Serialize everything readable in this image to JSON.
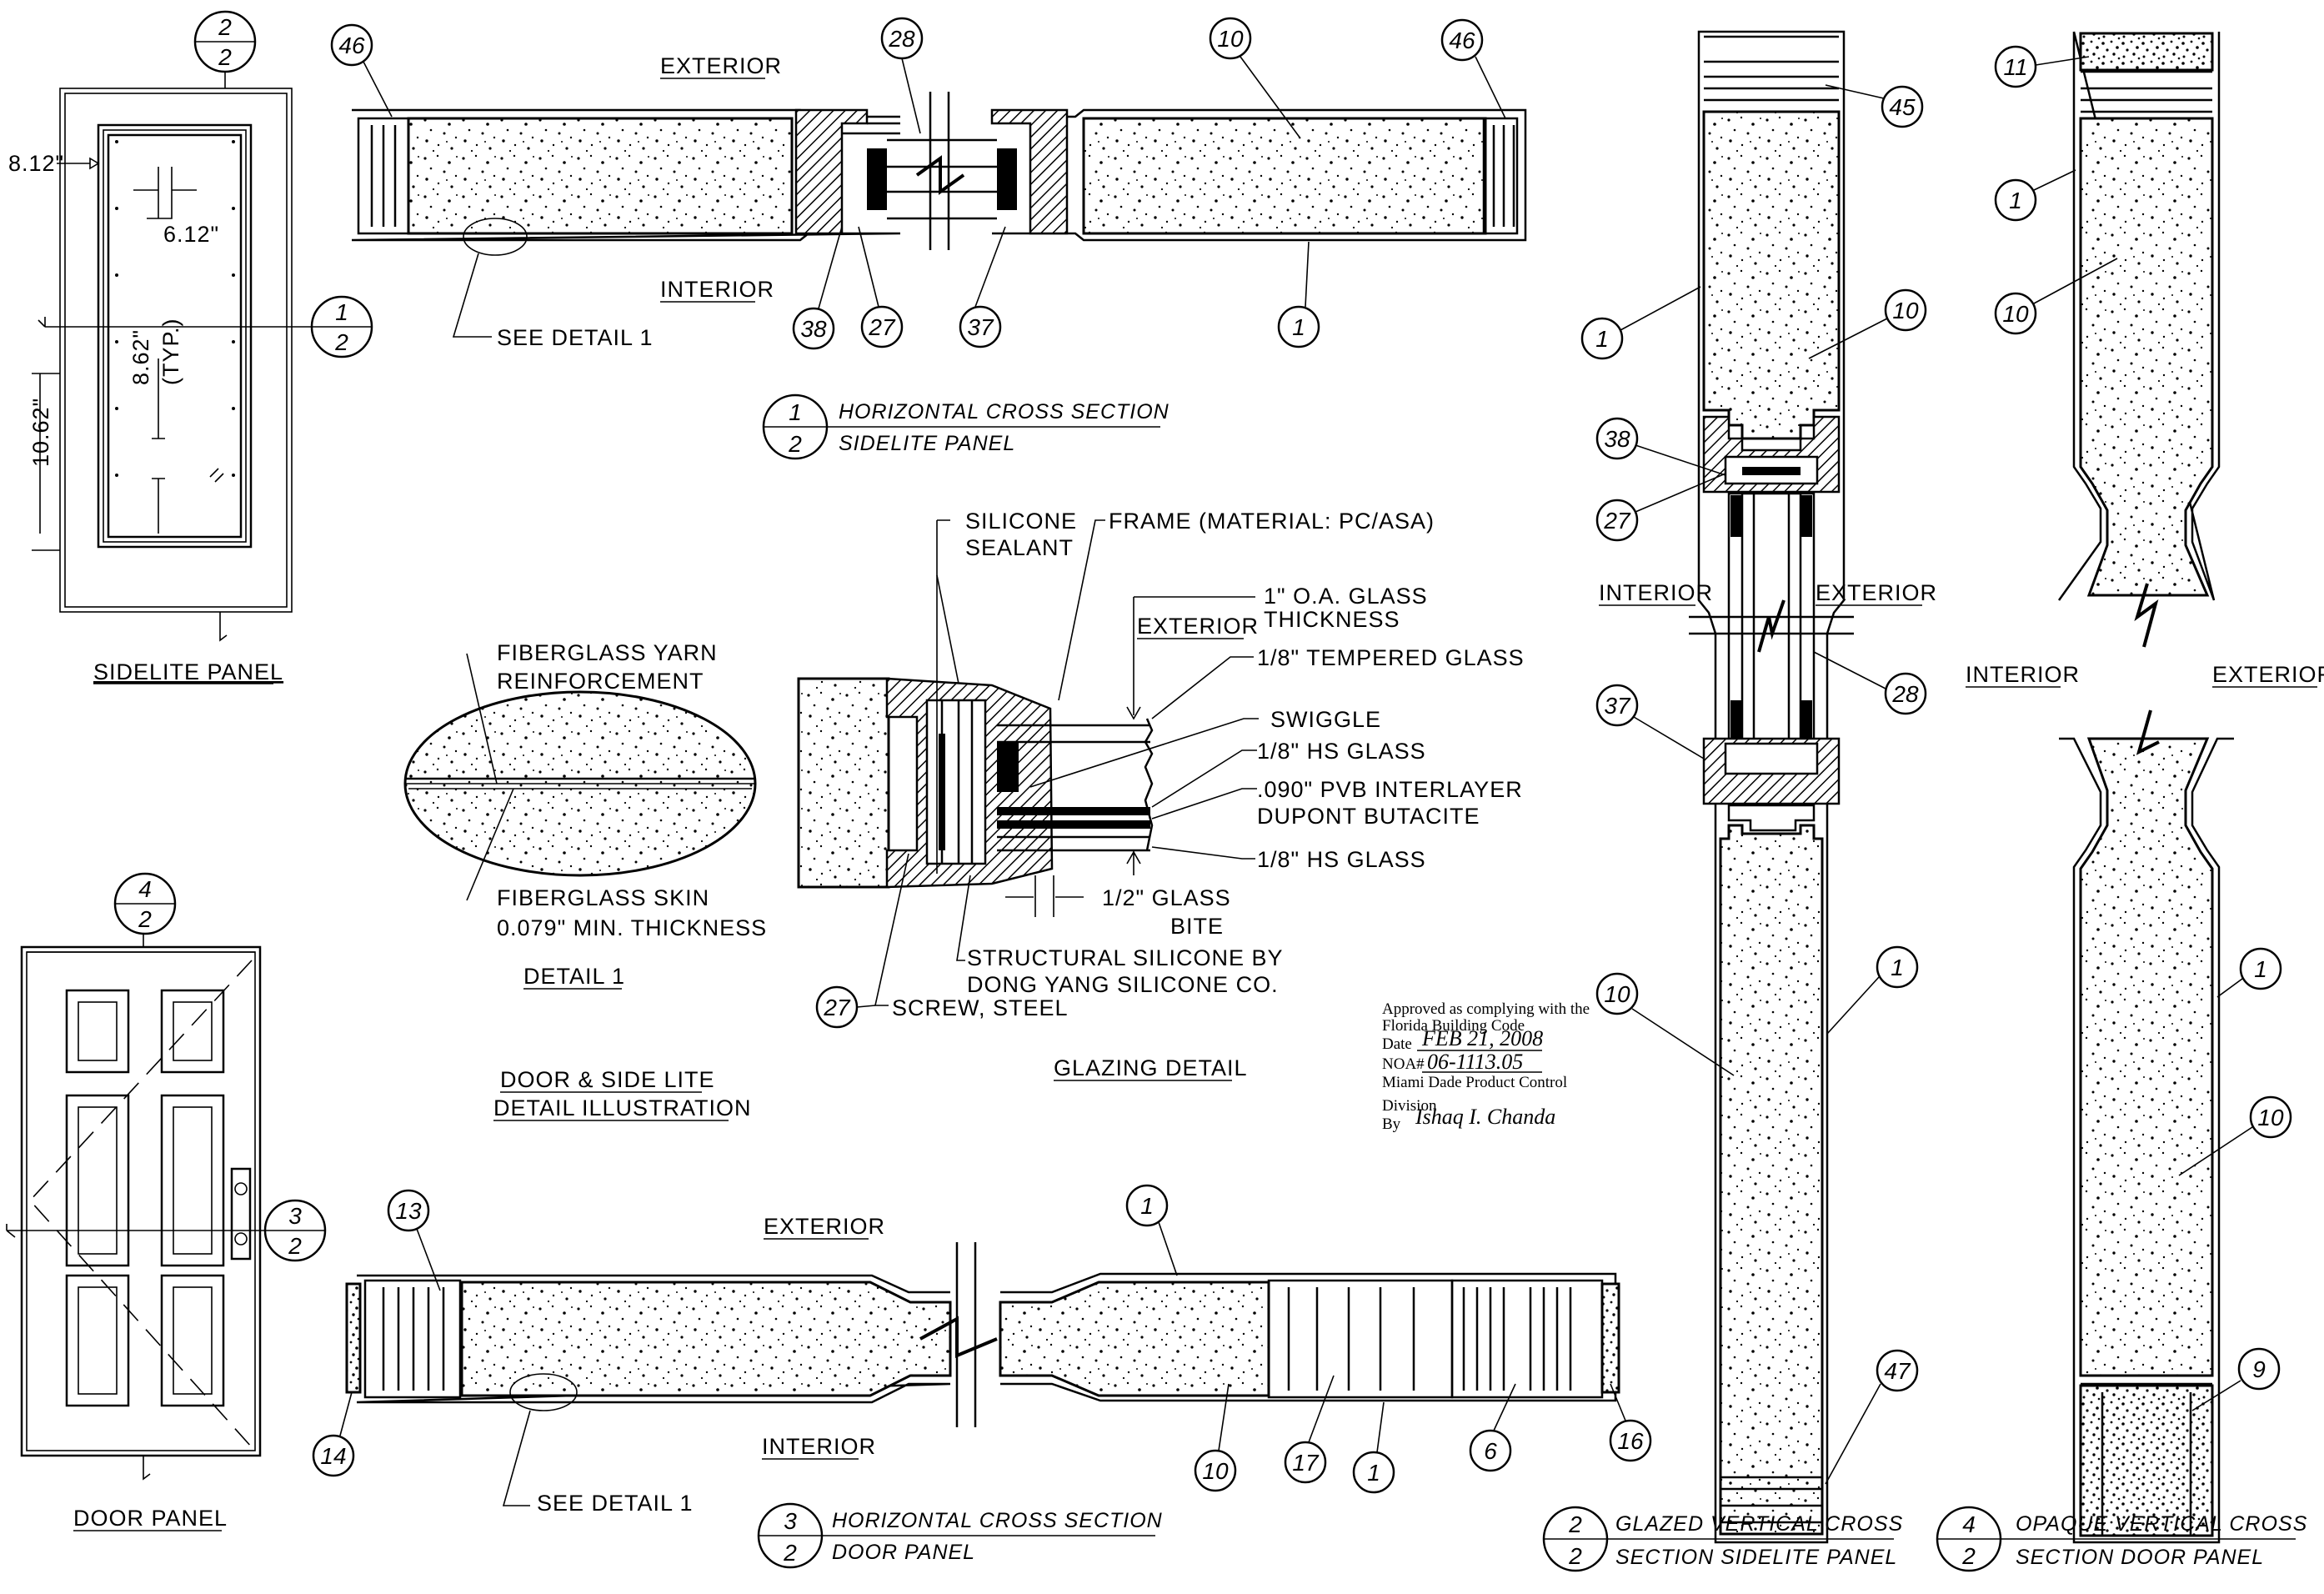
{
  "labels": {
    "exterior": "EXTERIOR",
    "interior": "INTERIOR",
    "see_detail_1": "SEE DETAIL 1",
    "sidelite_panel": "SIDELITE PANEL",
    "door_panel": "DOOR PANEL",
    "detail_1": "DETAIL 1",
    "illustration_line1": "DOOR & SIDE LITE",
    "illustration_line2": "DETAIL ILLUSTRATION",
    "glazing_detail": "GLAZING DETAIL"
  },
  "dimensions": {
    "d_8_12": "8.12\"",
    "d_6_12": "6.12\"",
    "d_8_62": "8.62\"",
    "d_typ": "(TYP.)",
    "d_10_62": "10.62\""
  },
  "section_titles": {
    "s1_line1": "HORIZONTAL CROSS SECTION",
    "s1_line2": "SIDELITE PANEL",
    "s3_line1": "HORIZONTAL CROSS SECTION",
    "s3_line2": "DOOR PANEL",
    "s2v_line1": "GLAZED VERTICAL CROSS",
    "s2v_line2": "SECTION SIDELITE PANEL",
    "s4v_line1": "OPAQUE VERTICAL CROSS",
    "s4v_line2": "SECTION DOOR PANEL"
  },
  "section_refs": {
    "sidelite_top": {
      "num": "2",
      "sheet": "2"
    },
    "sidelite_right": {
      "num": "1",
      "sheet": "2"
    },
    "door_top": {
      "num": "4",
      "sheet": "2"
    },
    "door_right": {
      "num": "3",
      "sheet": "2"
    },
    "title_1": {
      "num": "1",
      "sheet": "2"
    },
    "title_3": {
      "num": "3",
      "sheet": "2"
    },
    "title_2": {
      "num": "2",
      "sheet": "2"
    },
    "title_4": {
      "num": "4",
      "sheet": "2"
    }
  },
  "detail_1_notes": {
    "yarn_line1": "FIBERGLASS YARN",
    "yarn_line2": "REINFORCEMENT",
    "skin_line1": "FIBERGLASS SKIN",
    "skin_line2": "0.079\" MIN. THICKNESS"
  },
  "glazing_notes": {
    "silicone_line1": "SILICONE",
    "silicone_line2": "SEALANT",
    "frame": "FRAME (MATERIAL: PC/ASA)",
    "oa_line1": "1\" O.A. GLASS",
    "oa_line2": "THICKNESS",
    "tempered": "1/8\" TEMPERED GLASS",
    "swiggle": "SWIGGLE",
    "hs_glass_1": "1/8\" HS GLASS",
    "pvb_line1": ".090\" PVB INTERLAYER",
    "pvb_line2": "DUPONT BUTACITE",
    "hs_glass_2": "1/8\" HS GLASS",
    "bite_line1": "1/2\" GLASS",
    "bite_line2": "BITE",
    "structural_line1": "STRUCTURAL SILICONE BY",
    "structural_line2": "DONG YANG SILICONE CO.",
    "screw": "SCREW, STEEL"
  },
  "callouts": {
    "c46a": "46",
    "c28a": "28",
    "c10a": "10",
    "c46b": "46",
    "c38a": "38",
    "c27a": "27",
    "c37a": "37",
    "c1a": "1",
    "c27g": "27",
    "c13": "13",
    "c1b": "1",
    "c14": "14",
    "c10b": "10",
    "c17": "17",
    "c1c": "1",
    "c6": "6",
    "c16": "16",
    "c45": "45",
    "c1d": "1",
    "c10c": "10",
    "c38b": "38",
    "c27b": "27",
    "c37b": "37",
    "c28b": "28",
    "c10d": "10",
    "c1e": "1",
    "c47": "47",
    "c11": "11",
    "c1f": "1",
    "c10e": "10",
    "c1g": "1",
    "c10f": "10",
    "c9": "9"
  },
  "approval_stamp": {
    "line1": "Approved as complying with the",
    "line2": "Florida Building Code",
    "date_label": "Date",
    "date_value": "FEB 21, 2008",
    "noa_label": "NOA#",
    "noa_value": "06-1113.05",
    "line5": "Miami Dade Product Control",
    "line6": "Division",
    "by_label": "By",
    "signature": "Ishaq I. Chanda"
  }
}
